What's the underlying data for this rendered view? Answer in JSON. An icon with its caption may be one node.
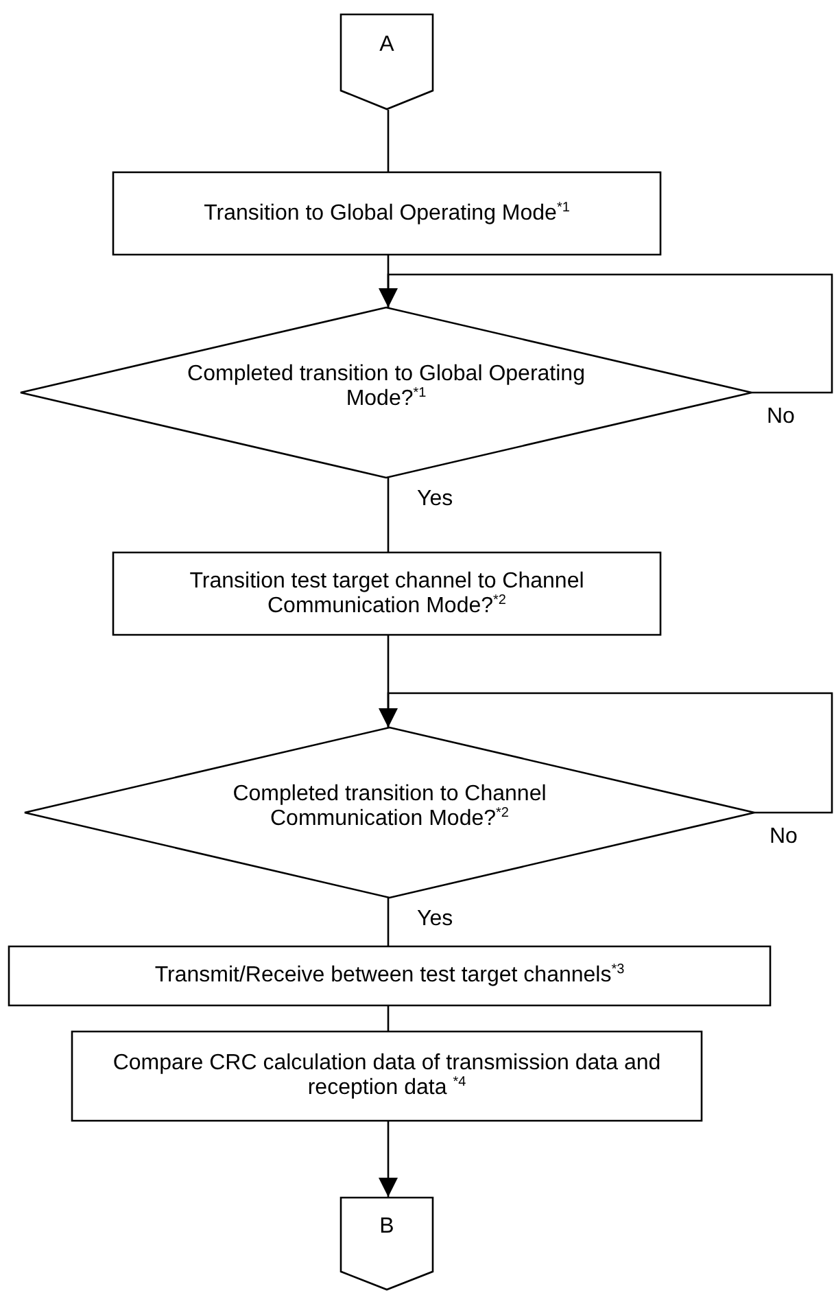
{
  "diagram": {
    "nodes": [
      {
        "text": [
          "A"
        ]
      },
      {
        "text": [
          "Transition to Global Operating Mode$^{*1}$"
        ]
      },
      {
        "text": [
          "Completed transition to Global Operating Mode?$^{*1}$"
        ]
      },
      {
        "text": [
          "Transition test target channel to Channel Communication Mode?$^{*2}$"
        ]
      },
      {
        "text": [
          "Completed transition to Channel Communication Mode?$^{*2}$"
        ]
      },
      {
        "text": [
          "Transmit/Receive between test target channels$^{*3}$"
        ]
      },
      {
        "text": [
          "Compare CRC calculation data of transmission data and reception data $^{*4}$"
        ]
      },
      {
        "text": [
          "B"
        ]
      }
    ],
    "edges": [
      {
        "from": 0,
        "to": 1,
        "arrow": "none"
      },
      {
        "from": 1,
        "to": 2,
        "arrow": "none"
      },
      {
        "from": 2,
        "to": 2,
        "arrow": "to",
        "label": "No"
      },
      {
        "from": 2,
        "to": 3,
        "arrow": "none",
        "label": "Yes"
      },
      {
        "from": 3,
        "to": 4,
        "arrow": "none"
      },
      {
        "from": 4,
        "to": 4,
        "arrow": "to",
        "label": "No"
      },
      {
        "from": 4,
        "to": 5,
        "arrow": "none",
        "label": "Yes"
      },
      {
        "from": 5,
        "to": 6,
        "arrow": "none"
      },
      {
        "from": 6,
        "to": 7,
        "arrow": "to"
      }
    ]
  }
}
